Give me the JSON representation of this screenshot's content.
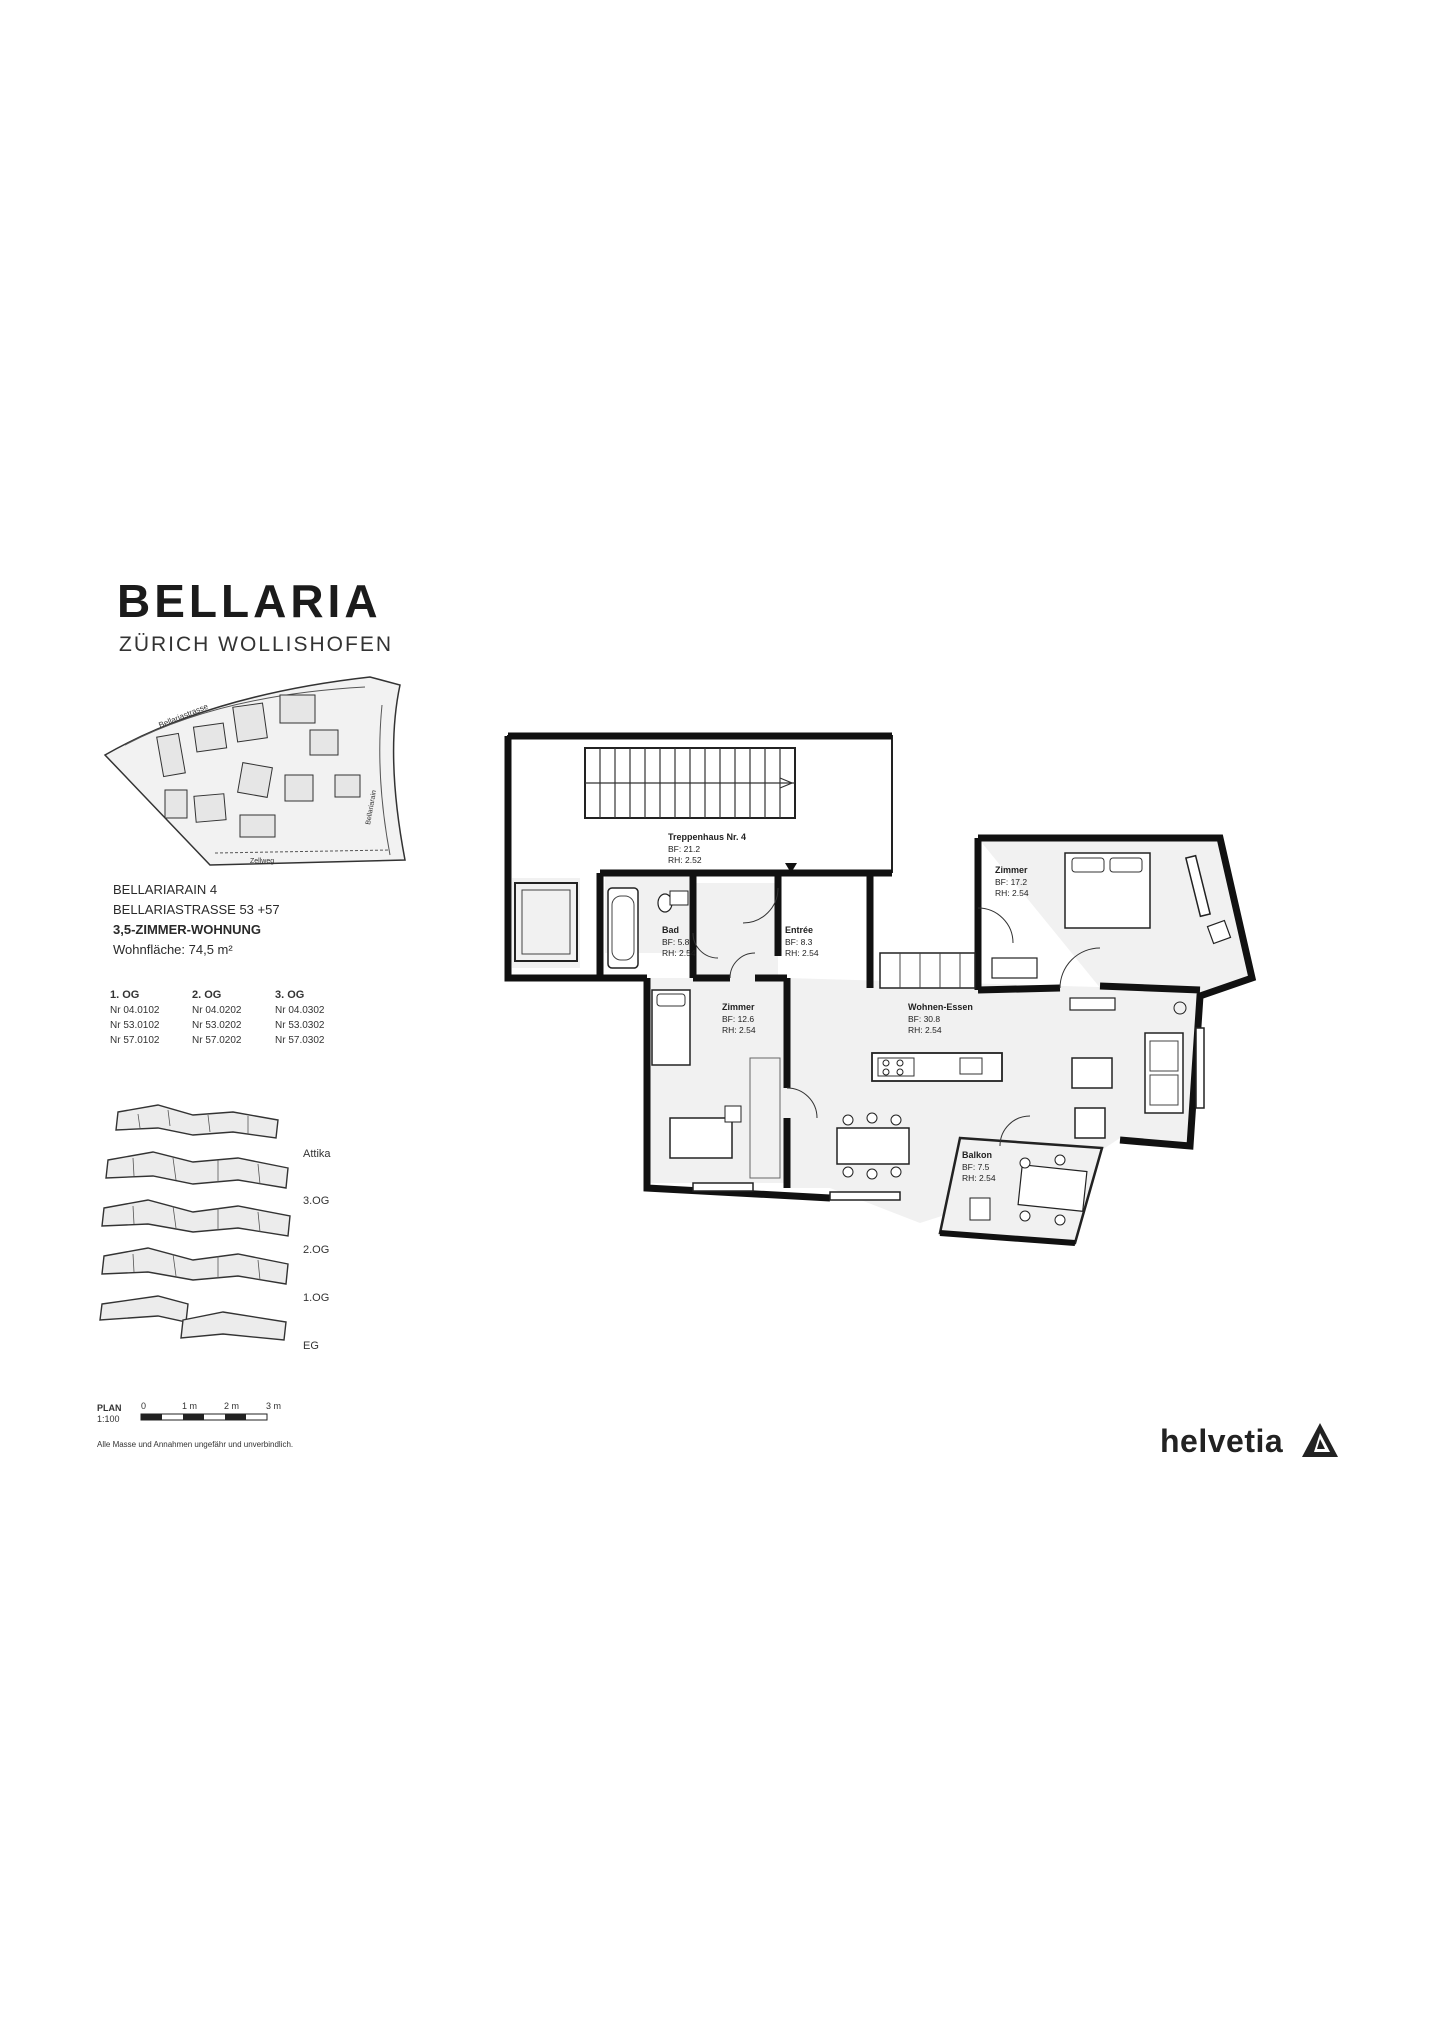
{
  "brand": {
    "title": "BELLARIA",
    "subtitle": "ZÜRICH WOLLISHOFEN"
  },
  "siteplan": {
    "street_top": "Bellariastrasse",
    "street_right": "Bellariarain",
    "street_bottom": "Zellweg"
  },
  "address": {
    "line1": "BELLARIARAIN 4",
    "line2": "BELLARIASTRASSE 53 +57",
    "type": "3,5-ZIMMER-WOHNUNG",
    "area": "Wohnfläche: 74,5 m²"
  },
  "floor_table": [
    {
      "header": "1. OG",
      "rows": [
        "Nr 04.0102",
        "Nr 53.0102",
        "Nr 57.0102"
      ]
    },
    {
      "header": "2. OG",
      "rows": [
        "Nr 04.0202",
        "Nr 53.0202",
        "Nr 57.0202"
      ]
    },
    {
      "header": "3. OG",
      "rows": [
        "Nr 04.0302",
        "Nr 53.0302",
        "Nr 57.0302"
      ]
    }
  ],
  "floors": [
    "Attika",
    "3.OG",
    "2.OG",
    "1.OG",
    "EG"
  ],
  "scale": {
    "label": "PLAN",
    "ratio": "1:100",
    "ticks": [
      "0",
      "1 m",
      "2 m",
      "3 m"
    ],
    "note": "Alle Masse und Annahmen ungefähr und unverbindlich."
  },
  "rooms": {
    "treppenhaus": {
      "name": "Treppenhaus Nr. 4",
      "bf": "BF: 21.2",
      "rh": "RH: 2.52"
    },
    "bad": {
      "name": "Bad",
      "bf": "BF: 5.8",
      "rh": "RH: 2.54"
    },
    "entree": {
      "name": "Entrée",
      "bf": "BF: 8.3",
      "rh": "RH: 2.54"
    },
    "zimmer1": {
      "name": "Zimmer",
      "bf": "BF: 17.2",
      "rh": "RH: 2.54"
    },
    "zimmer2": {
      "name": "Zimmer",
      "bf": "BF: 12.6",
      "rh": "RH: 2.54"
    },
    "wohnen": {
      "name": "Wohnen-Essen",
      "bf": "BF: 30.8",
      "rh": "RH: 2.54"
    },
    "balkon": {
      "name": "Balkon",
      "bf": "BF: 7.5",
      "rh": "RH: 2.54"
    }
  },
  "logo": {
    "text": "helvetia",
    "color": "#222222"
  }
}
